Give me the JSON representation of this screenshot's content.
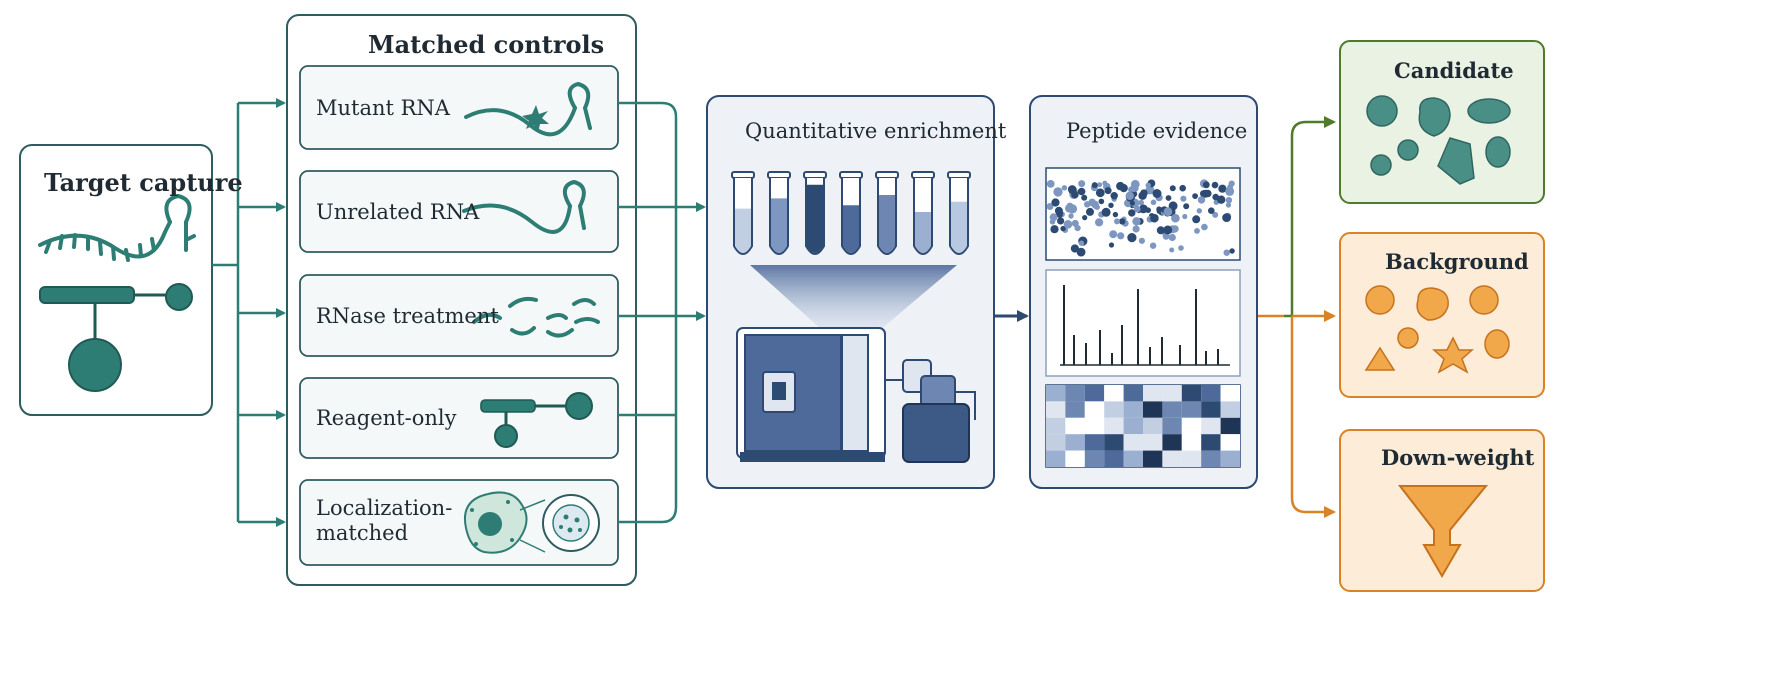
{
  "target": {
    "title": "Target capture"
  },
  "controls": {
    "title": "Matched controls",
    "items": [
      {
        "label": "Mutant RNA"
      },
      {
        "label": "Unrelated RNA"
      },
      {
        "label": "RNase treatment"
      },
      {
        "label": "Reagent-only"
      },
      {
        "label": "Localization-",
        "label2": "matched"
      }
    ]
  },
  "quant": {
    "title": "Quantitative enrichment"
  },
  "peptide": {
    "title": "Peptide evidence"
  },
  "outcomes": [
    {
      "title": "Candidate",
      "color": "#4f7b2a"
    },
    {
      "title": "Background",
      "color": "#d98324"
    },
    {
      "title": "Down-weight",
      "color": "#d98324"
    }
  ],
  "colors": {
    "teal": "#2e7d74",
    "navy": "#2c4a72",
    "stroke": "#2f5c60"
  }
}
